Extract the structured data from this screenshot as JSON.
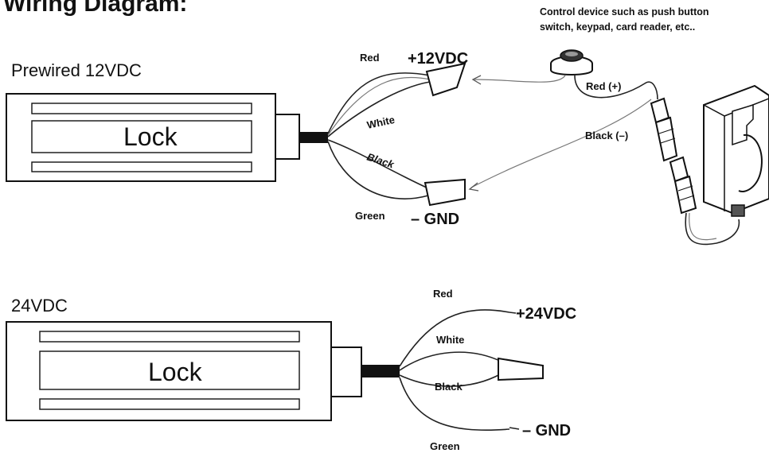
{
  "title": "Wiring Diagram:",
  "control_device_note": [
    "Control device such as push button",
    "switch, keypad, card reader, etc.."
  ],
  "sections": [
    {
      "id": "prewired12",
      "label": "Prewired 12VDC",
      "lock_label": "Lock",
      "wires": {
        "red": "Red",
        "white": "White",
        "black": "Black",
        "green": "Green"
      },
      "positive_label": "+12VDC",
      "negative_label": "– GND",
      "supply_wires": {
        "red": "Red (+)",
        "black": "Black (–)"
      }
    },
    {
      "id": "24vdc",
      "label": "24VDC",
      "lock_label": "Lock",
      "wires": {
        "red": "Red",
        "white": "White",
        "black": "Black",
        "green": "Green"
      },
      "positive_label": "+24VDC",
      "negative_label": "– GND"
    }
  ]
}
